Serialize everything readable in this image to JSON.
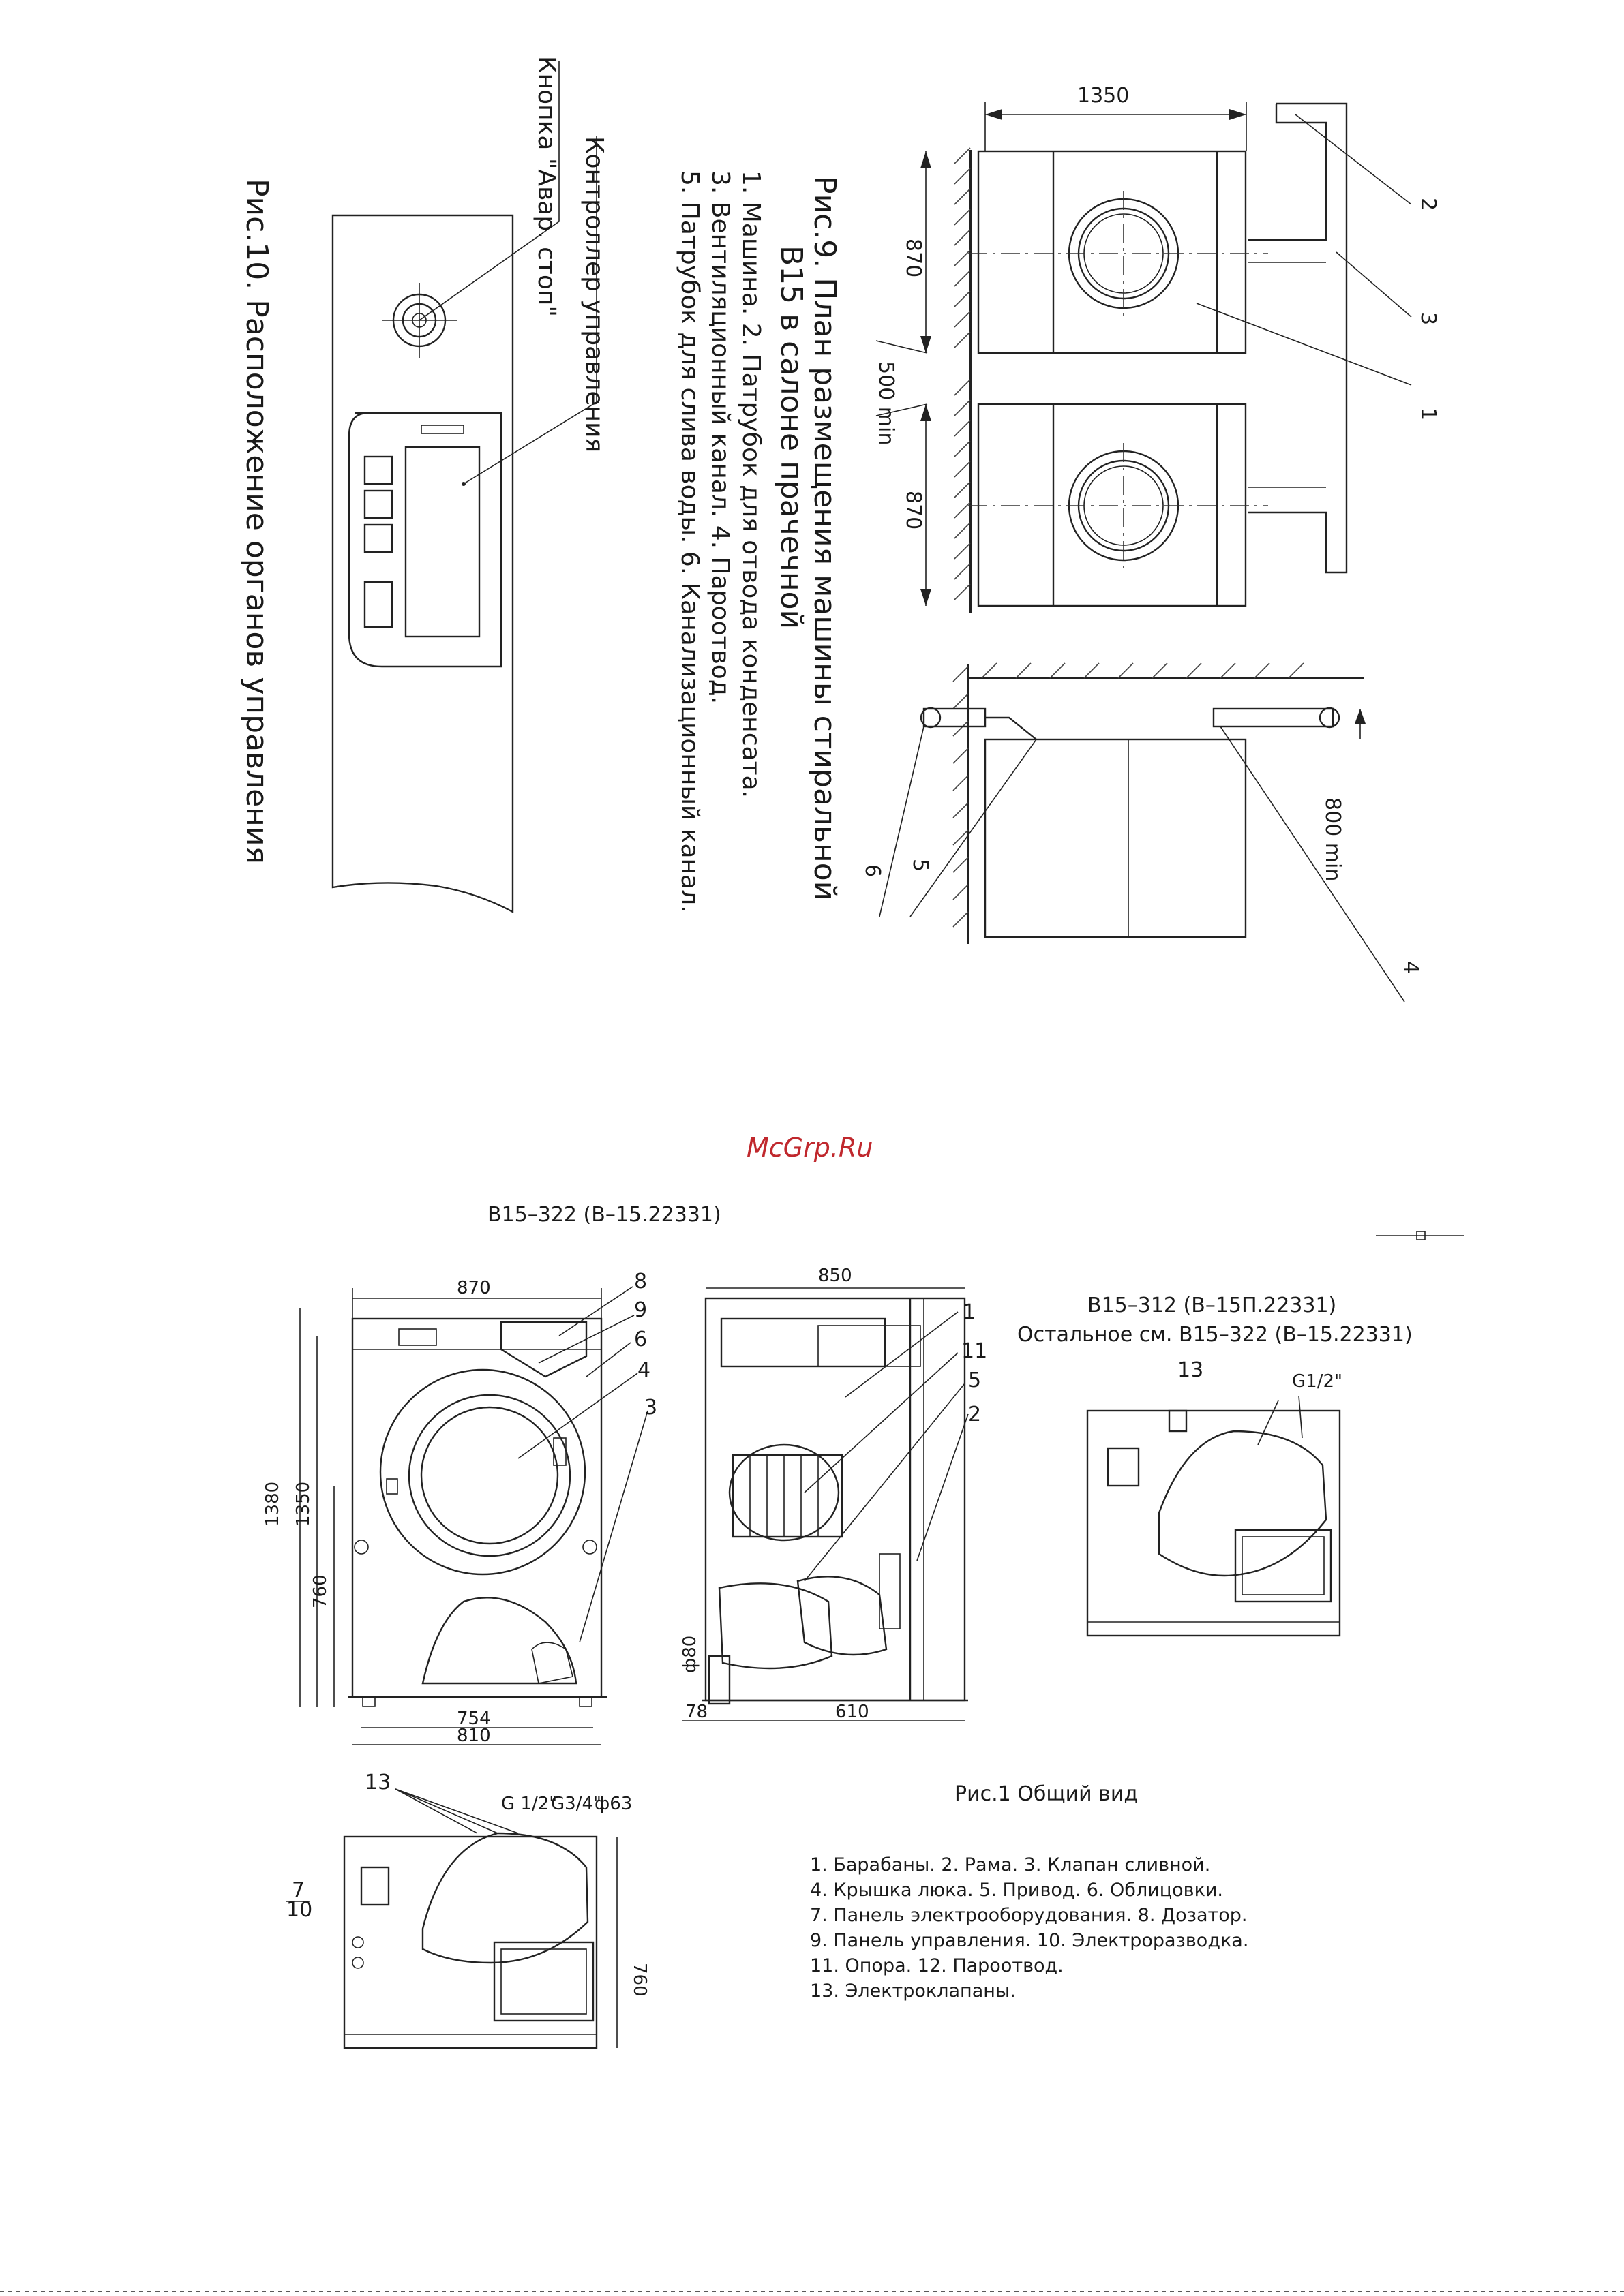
{
  "watermark": "McGrp.Ru",
  "fig10": {
    "caption": "Рис.10. Расположение органов управления",
    "label_controller": "Контроллер управления",
    "label_button": "Кнопка \"Авар. стоп\""
  },
  "fig9": {
    "caption_line1": "Рис.9. План размещения машины стиральной",
    "caption_line2": "В15 в салоне прачечной",
    "legend_line1": "1. Машина. 2. Патрубок для отвода конденсата.",
    "legend_line2": "3. Вентиляционный канал. 4. Пароотвод.",
    "legend_line3": "5. Патрубок для слива воды. 6. Канализационный канал.",
    "dim_1350": "1350",
    "dim_870_a": "870",
    "dim_870_b": "870",
    "dim_500": "500 min",
    "dim_800": "800 min",
    "callouts": [
      "1",
      "2",
      "3",
      "4",
      "5",
      "6"
    ]
  },
  "fig1": {
    "title_main": "В15–322 (В–15.22331)",
    "title_alt_1": "В15–312 (В–15П.22331)",
    "title_alt_2": "Остальное см. В15–322 (В–15.22331)",
    "caption": "Рис.1  Общий вид",
    "legend": [
      "1. Барабаны.  2. Рама.  3. Клапан сливной.",
      "4. Крышка люка.  5. Привод.  6. Облицовки.",
      "7. Панель электрооборудования. 8. Дозатор.",
      "9. Панель управления. 10. Электроразводка.",
      "11. Опора. 12. Пароотвод.",
      "13. Электроклапаны."
    ],
    "front_dims": {
      "top": "870",
      "h1": "1380",
      "h2": "1350",
      "h3": "760",
      "w1": "754",
      "w2": "810"
    },
    "side_dims": {
      "top": "850",
      "d1": "78",
      "d2": "610",
      "d3": "ф80"
    },
    "back_dims": {
      "h": "760",
      "g1": "G 1/2\"",
      "g2": "G3/4\"",
      "d": "ф63"
    },
    "alt_dims": {
      "g": "G1/2\""
    },
    "callouts_front": [
      "8",
      "9",
      "6",
      "4",
      "3"
    ],
    "callouts_side": [
      "1",
      "11",
      "5",
      "2"
    ],
    "callouts_back": [
      "13",
      "7",
      "10"
    ],
    "callouts_alt": [
      "13"
    ]
  }
}
